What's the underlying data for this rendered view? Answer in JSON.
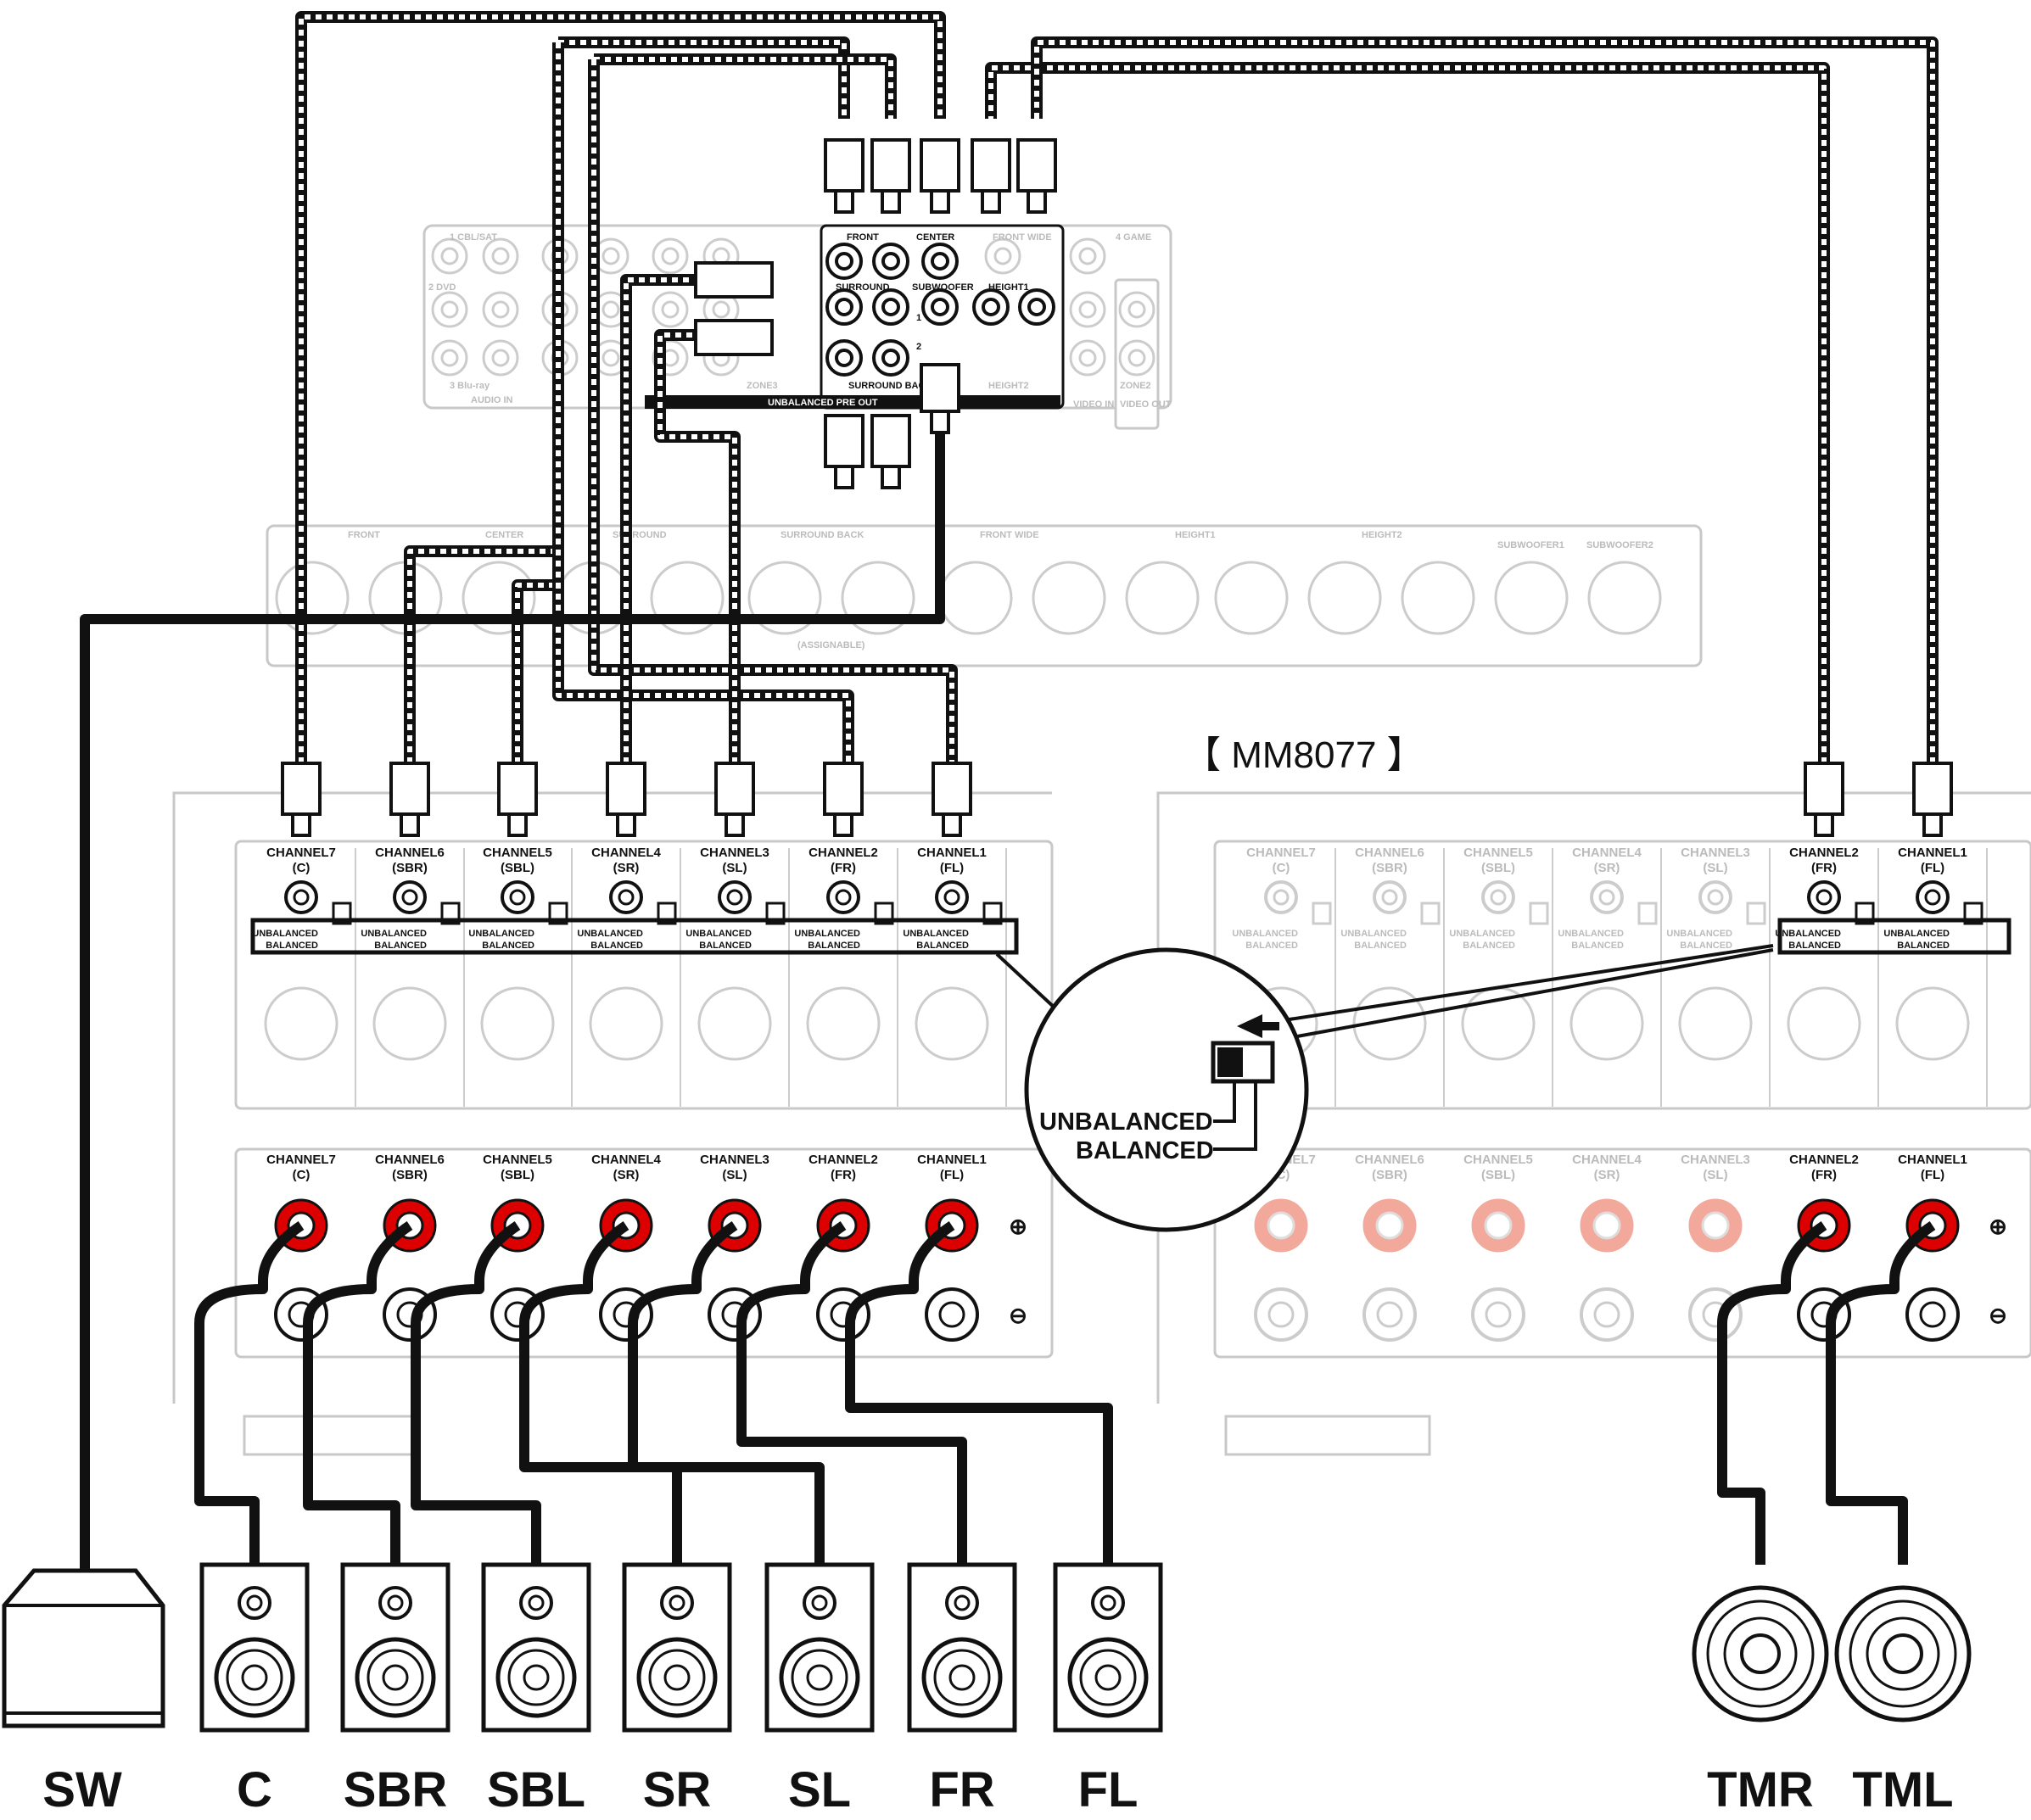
{
  "amp_title": "【 MM8077 】",
  "channels": [
    {
      "channel": "CHANNEL7",
      "ch": "(C)"
    },
    {
      "channel": "CHANNEL6",
      "ch": "(SBR)"
    },
    {
      "channel": "CHANNEL5",
      "ch": "(SBL)"
    },
    {
      "channel": "CHANNEL4",
      "ch": "(SR)"
    },
    {
      "channel": "CHANNEL3",
      "ch": "(SL)"
    },
    {
      "channel": "CHANNEL2",
      "ch": "(FR)"
    },
    {
      "channel": "CHANNEL1",
      "ch": "(FL)"
    }
  ],
  "switch": {
    "unbalanced": "UNBALANCED",
    "balanced": "BALANCED"
  },
  "callout": {
    "unbalanced": "UNBALANCED",
    "balanced": "BALANCED"
  },
  "speakers": [
    "SW",
    "C",
    "SBR",
    "SBL",
    "SR",
    "SL",
    "FR",
    "FL",
    "TMR",
    "TML"
  ],
  "receiver": {
    "front": "FRONT",
    "center": "CENTER",
    "surround": "SURROUND",
    "subwoofer": "SUBWOOFER",
    "height1": "HEIGHT1",
    "surround_back": "SURROUND BACK",
    "pre_out": "UNBALANCED PRE OUT",
    "audio_in": "AUDIO IN",
    "video_in": "VIDEO IN",
    "video_out": "VIDEO OUT",
    "cbl_sat": "1 CBL/SAT",
    "dvd": "2 DVD",
    "bluray": "3 Blu-ray",
    "game": "4 GAME",
    "zone2": "ZONE2",
    "zone3": "ZONE3",
    "front_wide": "FRONT WIDE",
    "height2": "HEIGHT2",
    "sub_ch1": "1",
    "sub_ch2": "2"
  },
  "xlr_panel": {
    "front": "FRONT",
    "center": "CENTER",
    "surround": "SURROUND",
    "surround_back": "SURROUND BACK",
    "front_wide": "FRONT WIDE",
    "height1": "HEIGHT1",
    "height2": "HEIGHT2",
    "subwoofer1": "SUBWOOFER1",
    "subwoofer2": "SUBWOOFER2",
    "assignable": "(ASSIGNABLE)"
  },
  "terminal": {
    "plus": "⊕",
    "minus": "⊖"
  }
}
